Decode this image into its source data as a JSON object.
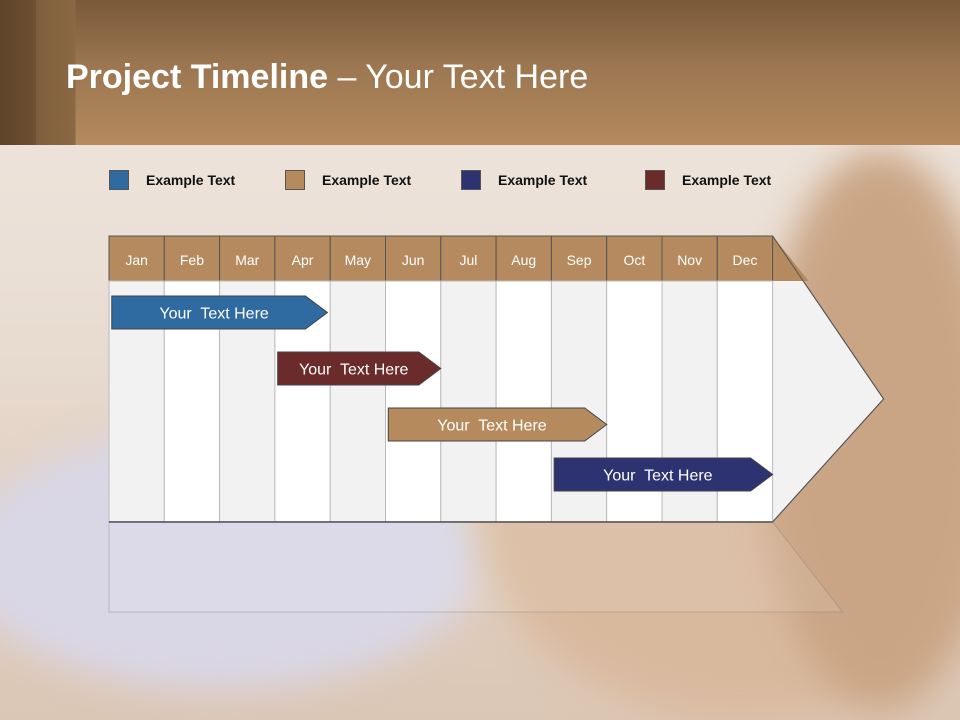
{
  "title": {
    "bold": "Project Timeline",
    "rest": " – Your Text Here"
  },
  "legend": [
    {
      "label": "Example Text",
      "color": "#2f6aa0"
    },
    {
      "label": "Example Text",
      "color": "#b58b5d"
    },
    {
      "label": "Example Text",
      "color": "#2d3270"
    },
    {
      "label": "Example Text",
      "color": "#6b2b2b"
    }
  ],
  "chart_data": {
    "type": "gantt",
    "categories": [
      "Jan",
      "Feb",
      "Mar",
      "Apr",
      "May",
      "Jun",
      "Jul",
      "Aug",
      "Sep",
      "Oct",
      "Nov",
      "Dec"
    ],
    "tasks": [
      {
        "label": "Your  Text Here",
        "start": 0.05,
        "end": 3.95,
        "color": "#2f6aa0"
      },
      {
        "label": "Your  Text Here",
        "start": 3.05,
        "end": 6.0,
        "color": "#6b2b2b"
      },
      {
        "label": "Your  Text Here",
        "start": 5.05,
        "end": 9.0,
        "color": "#b58b5d"
      },
      {
        "label": "Your  Text Here",
        "start": 8.05,
        "end": 12.0,
        "color": "#2d3270"
      }
    ],
    "colors": {
      "header": "#b48a5e",
      "col_light": "#f2f2f2",
      "col_white": "#ffffff"
    }
  }
}
